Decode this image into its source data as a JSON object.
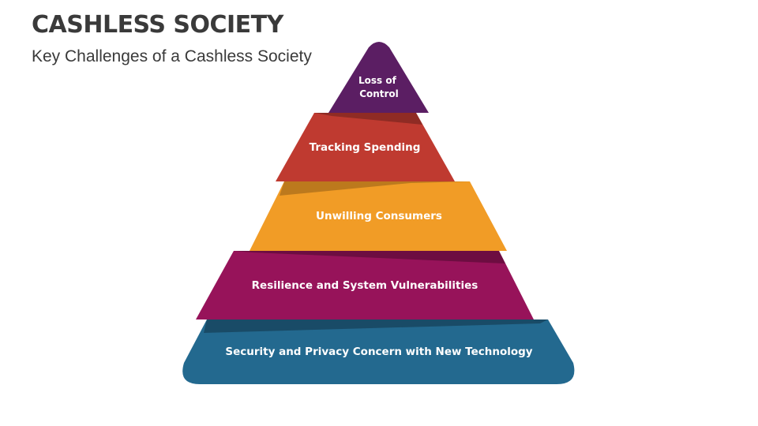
{
  "slide": {
    "title": "CASHLESS SOCIETY",
    "subtitle": "Key Challenges of a Cashless Society"
  },
  "pyramid": {
    "tiers": [
      {
        "label_lines": [
          "Loss of",
          "Control"
        ],
        "color": "#5b1e63"
      },
      {
        "label_lines": [
          "Tracking Spending"
        ],
        "color": "#bf3a30"
      },
      {
        "label_lines": [
          "Unwilling Consumers"
        ],
        "color": "#f19c26"
      },
      {
        "label_lines": [
          "Resilience and System Vulnerabilities"
        ],
        "color": "#97135a"
      },
      {
        "label_lines": [
          "Security and Privacy Concern with New Technology"
        ],
        "color": "#23698f"
      }
    ]
  }
}
